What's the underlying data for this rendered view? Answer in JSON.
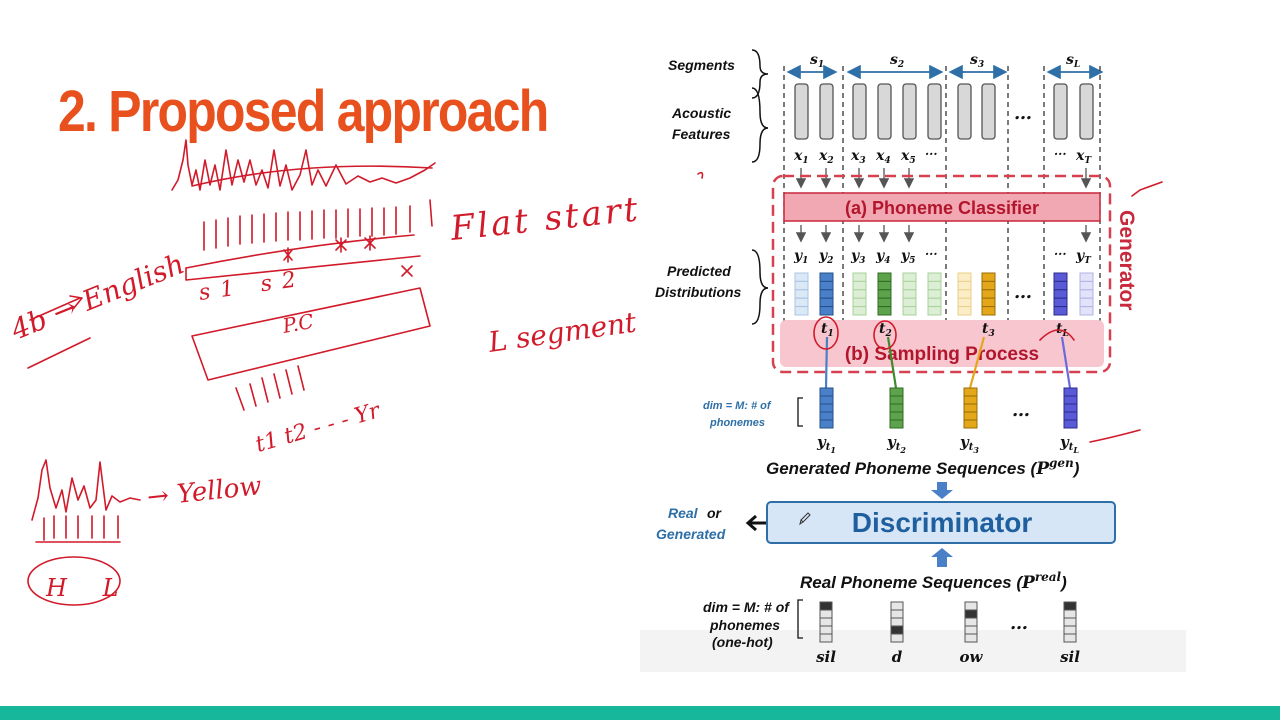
{
  "slide": {
    "title": "2. Proposed approach"
  },
  "diagram": {
    "segments_label": "Segments",
    "segments": [
      "s",
      "s",
      "s",
      "s"
    ],
    "segment_subs": [
      "1",
      "2",
      "3",
      "L"
    ],
    "acoustic_label_1": "Acoustic",
    "acoustic_label_2": "Features",
    "x_labels": [
      {
        "b": "x",
        "s": "1"
      },
      {
        "b": "x",
        "s": "2"
      },
      {
        "b": "x",
        "s": "3"
      },
      {
        "b": "x",
        "s": "4"
      },
      {
        "b": "x",
        "s": "5"
      },
      {
        "b": "x",
        "s": "T"
      }
    ],
    "ellipsis": "…",
    "ellipsis_dots": "···",
    "phoneme_classifier": "(a) Phoneme Classifier",
    "generator": "Generator",
    "y_labels": [
      {
        "b": "y",
        "s": "1"
      },
      {
        "b": "y",
        "s": "2"
      },
      {
        "b": "y",
        "s": "3"
      },
      {
        "b": "y",
        "s": "4"
      },
      {
        "b": "y",
        "s": "5"
      },
      {
        "b": "y",
        "s": "T"
      }
    ],
    "predicted_label_1": "Predicted",
    "predicted_label_2": "Distributions",
    "t_labels": [
      {
        "b": "t",
        "s": "1"
      },
      {
        "b": "t",
        "s": "2"
      },
      {
        "b": "t",
        "s": "3"
      },
      {
        "b": "t",
        "s": "L"
      }
    ],
    "sampling_process": "(b) Sampling Process",
    "dim_label_1": "dim = M: # of",
    "dim_label_2": "phonemes",
    "dim_label_3": "(one-hot)",
    "yt_labels": [
      {
        "b": "y",
        "s": "t",
        "ss": "1"
      },
      {
        "b": "y",
        "s": "t",
        "ss": "2"
      },
      {
        "b": "y",
        "s": "t",
        "ss": "3"
      },
      {
        "b": "y",
        "s": "t",
        "ss": "L"
      }
    ],
    "generated_seq": "Generated Phoneme Sequences (",
    "generated_sym": "P",
    "generated_sup": "gen",
    "close_paren": ")",
    "discriminator": "Discriminator",
    "real_label": "Real",
    "or_label": "or",
    "generated_label": "Generated",
    "real_seq": "Real Phoneme Sequences (",
    "real_sym": "P",
    "real_sup": "real",
    "phoneme_tokens": [
      "sil",
      "d",
      "ow",
      "sil"
    ]
  },
  "handwriting": [
    "4b → English",
    "Flat start",
    "s1 s2",
    "P.C",
    "L segment",
    "t1 t2 - - - Yr",
    "→ Yellow",
    "H L"
  ],
  "colors": {
    "title": "#e8501e",
    "ink": "#d11a2a",
    "generator_border": "#d64050",
    "classifier_fill": "#f2a8b3",
    "sampling_fill": "#f7c6cf",
    "accent_blue": "#2e6fa7",
    "bottom_bar": "#17b79b"
  }
}
